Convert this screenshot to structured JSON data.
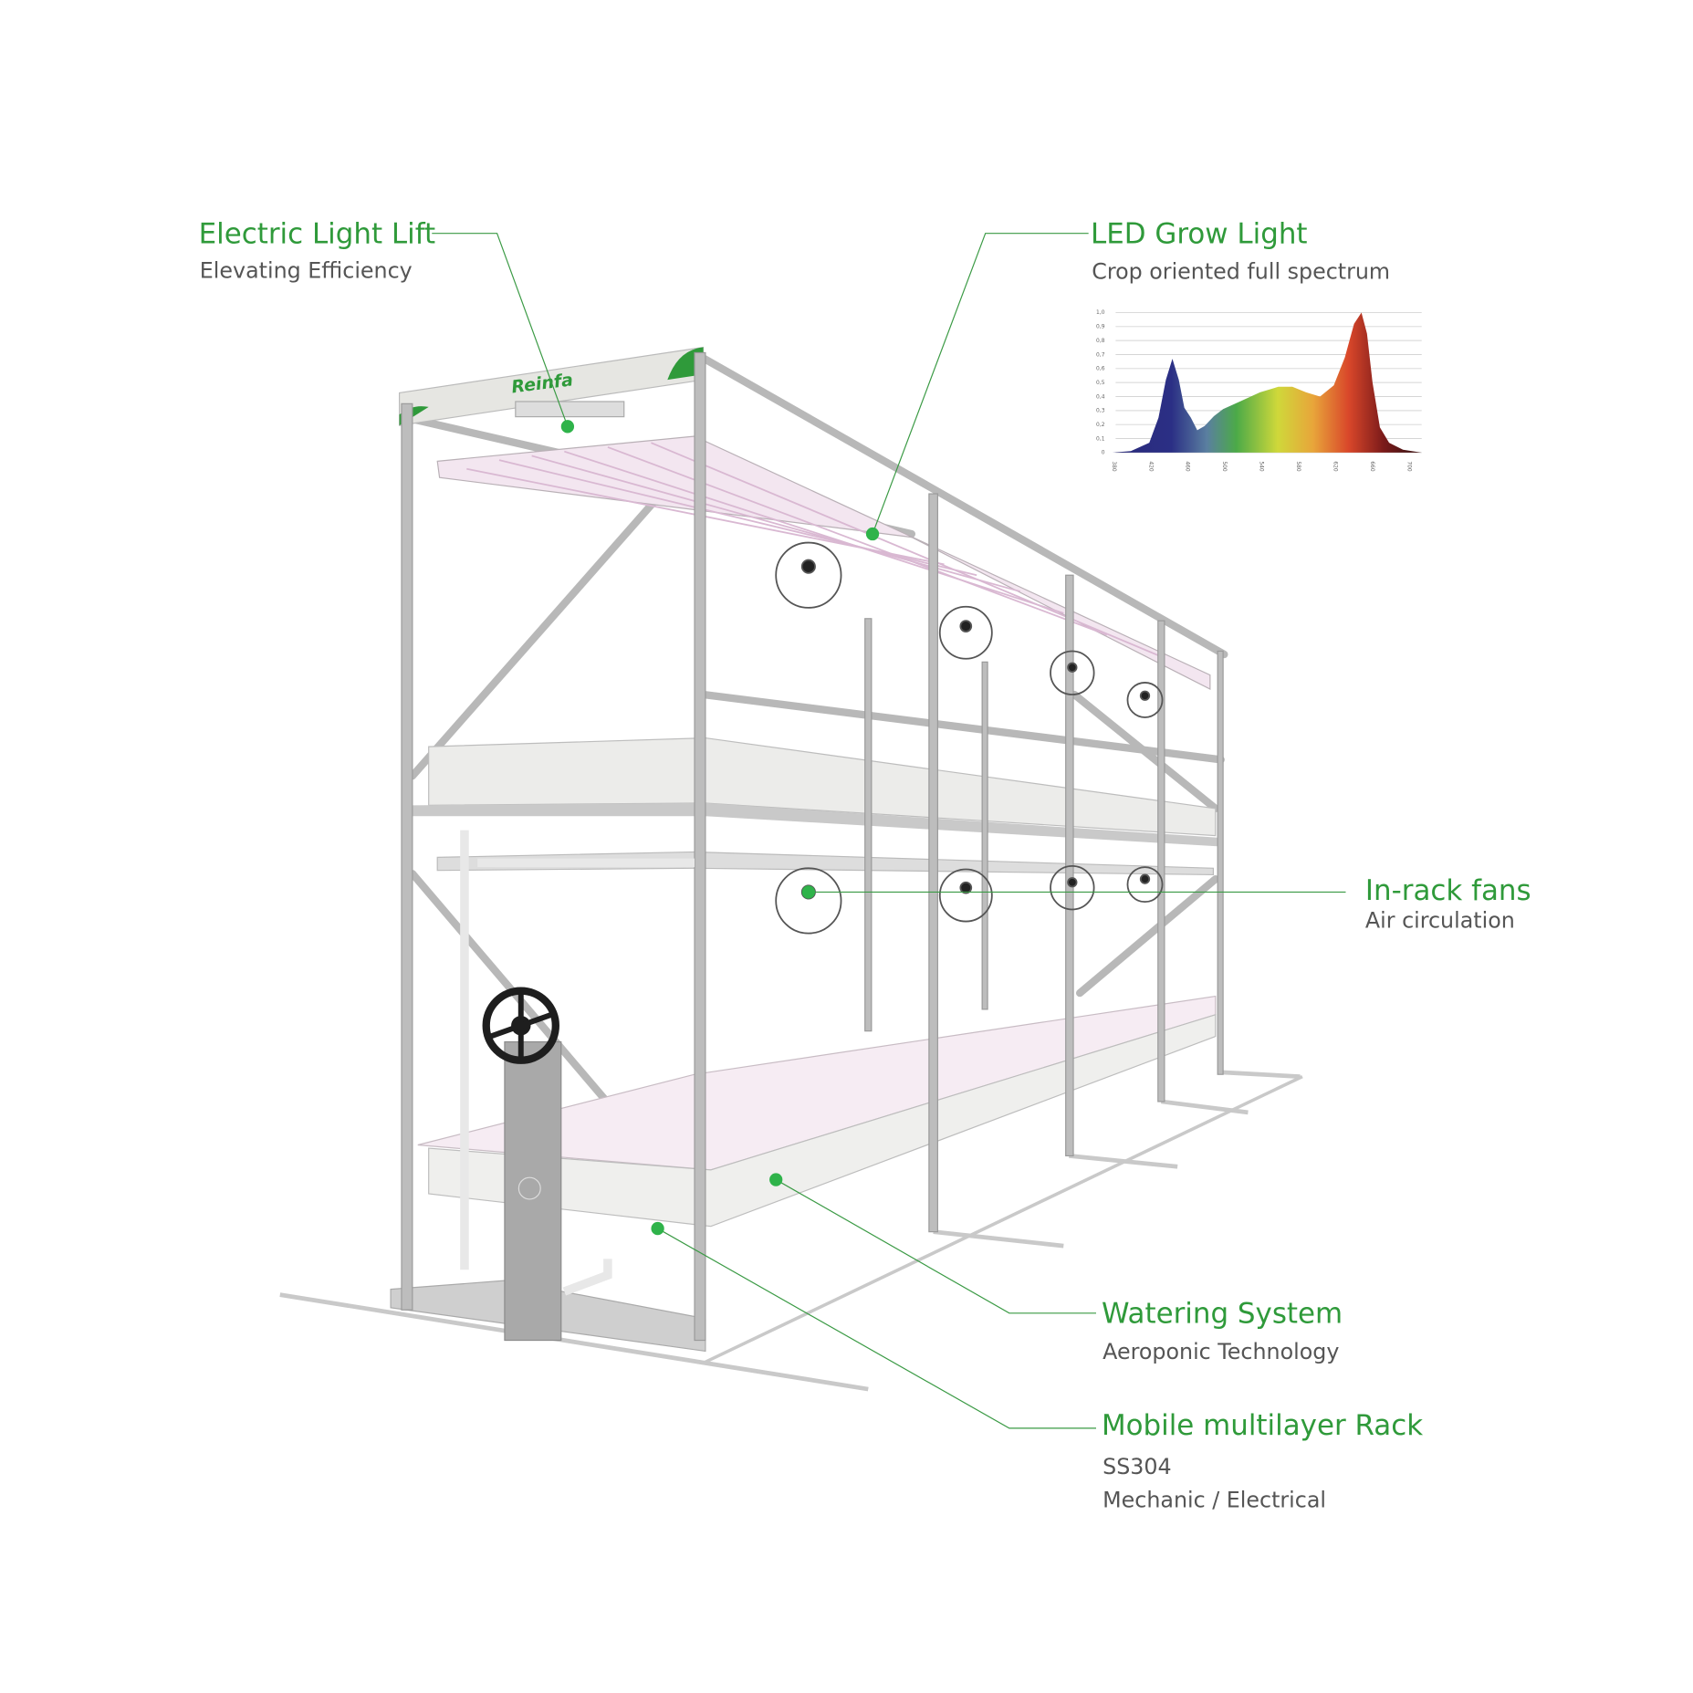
{
  "brand": {
    "logo_text": "Reinfa",
    "accent": "#2f9a3a"
  },
  "callouts": {
    "light_lift": {
      "title": "Electric Light Lift",
      "subtitle": "Elevating Efficiency"
    },
    "grow_light": {
      "title": "LED Grow Light",
      "subtitle": "Crop oriented full spectrum"
    },
    "fans": {
      "title": "In-rack fans",
      "subtitle": "Air circulation"
    },
    "watering": {
      "title": "Watering System",
      "subtitle": "Aeroponic Technology"
    },
    "rack": {
      "title": "Mobile multilayer Rack",
      "line1": "SS304",
      "line2": "Mechanic / Electrical"
    }
  },
  "chart_data": {
    "type": "area",
    "title": "",
    "xlabel": "",
    "ylabel": "",
    "xlim": [
      380,
      715
    ],
    "ylim": [
      0,
      1.0
    ],
    "x_ticks": [
      "380",
      "420",
      "460",
      "500",
      "540",
      "580",
      "620",
      "660",
      "700"
    ],
    "y_ticks": [
      "0",
      "0,1",
      "0,2",
      "0,3",
      "0,4",
      "0,5",
      "0,6",
      "0,7",
      "0,8",
      "0,9",
      "1,0"
    ],
    "grid": true,
    "x": [
      380,
      400,
      420,
      430,
      438,
      445,
      452,
      458,
      465,
      472,
      480,
      490,
      500,
      520,
      540,
      560,
      575,
      590,
      605,
      620,
      632,
      642,
      650,
      656,
      662,
      670,
      680,
      695,
      715
    ],
    "values": [
      0,
      0.01,
      0.07,
      0.25,
      0.52,
      0.67,
      0.52,
      0.32,
      0.25,
      0.16,
      0.19,
      0.26,
      0.31,
      0.37,
      0.43,
      0.47,
      0.47,
      0.43,
      0.4,
      0.48,
      0.68,
      0.92,
      1.0,
      0.85,
      0.5,
      0.18,
      0.07,
      0.02,
      0
    ]
  }
}
